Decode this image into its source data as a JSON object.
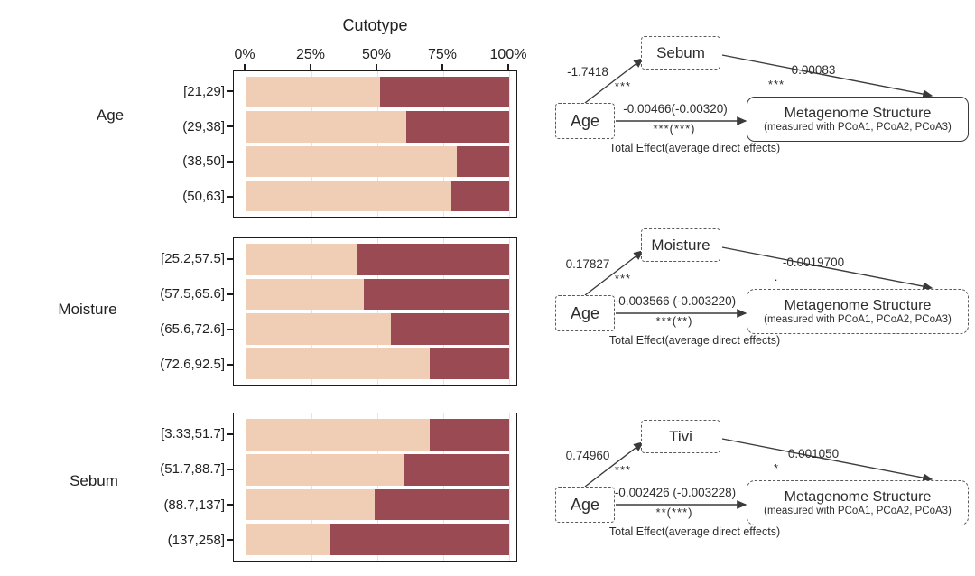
{
  "figure": {
    "colors": {
      "cutotype_light": "#F0CEB5",
      "cutotype_dark": "#9A4A52",
      "line": "#3a3a3a"
    }
  },
  "chart_data": [
    {
      "type": "bar",
      "orientation": "horizontal",
      "stacked": true,
      "panel_label": "Age",
      "title": "Cutotype",
      "xlabel": "",
      "xlim": [
        0,
        100
      ],
      "x_ticks": [
        "0%",
        "25%",
        "50%",
        "75%",
        "100%"
      ],
      "grid": true,
      "categories": [
        "[21,29]",
        "(29,38]",
        "(38,50]",
        "(50,63]"
      ],
      "series": [
        {
          "name": "cutotype-1-light",
          "color": "#F0CEB5",
          "values": [
            51,
            61,
            80,
            78
          ]
        },
        {
          "name": "cutotype-2-dark",
          "color": "#9A4A52",
          "values": [
            49,
            39,
            20,
            22
          ]
        }
      ]
    },
    {
      "type": "bar",
      "orientation": "horizontal",
      "stacked": true,
      "panel_label": "Moisture",
      "title": "",
      "xlabel": "",
      "xlim": [
        0,
        100
      ],
      "x_ticks": [
        "0%",
        "25%",
        "50%",
        "75%",
        "100%"
      ],
      "grid": true,
      "categories": [
        "[25.2,57.5]",
        "(57.5,65.6]",
        "(65.6,72.6]",
        "(72.6,92.5]"
      ],
      "series": [
        {
          "name": "cutotype-1-light",
          "color": "#F0CEB5",
          "values": [
            42,
            45,
            55,
            70
          ]
        },
        {
          "name": "cutotype-2-dark",
          "color": "#9A4A52",
          "values": [
            58,
            55,
            45,
            30
          ]
        }
      ]
    },
    {
      "type": "bar",
      "orientation": "horizontal",
      "stacked": true,
      "panel_label": "Sebum",
      "title": "",
      "xlabel": "",
      "xlim": [
        0,
        100
      ],
      "x_ticks": [
        "0%",
        "25%",
        "50%",
        "75%",
        "100%"
      ],
      "grid": true,
      "categories": [
        "[3.33,51.7]",
        "(51.7,88.7]",
        "(88.7,137]",
        "(137,258]"
      ],
      "series": [
        {
          "name": "cutotype-1-light",
          "color": "#F0CEB5",
          "values": [
            70,
            60,
            49,
            32
          ]
        },
        {
          "name": "cutotype-2-dark",
          "color": "#9A4A52",
          "values": [
            30,
            40,
            51,
            68
          ]
        }
      ]
    }
  ],
  "diagrams": [
    {
      "exposure": "Age",
      "mediator": "Sebum",
      "outcome": {
        "line1": "Metagenome Structure",
        "line2": "(measured with PCoA1, PCoA2, PCoA3)",
        "border": "solid"
      },
      "path_a": {
        "coef": "-1.7418",
        "sig": "***"
      },
      "path_b": {
        "coef": "0.00083",
        "sig": "***"
      },
      "path_c": {
        "coef": "-0.00466(-0.00320)",
        "sig": "***(***)"
      },
      "footnote": "Total Effect(average direct effects)"
    },
    {
      "exposure": "Age",
      "mediator": "Moisture",
      "outcome": {
        "line1": "Metagenome Structure",
        "line2": "(measured with PCoA1, PCoA2, PCoA3)",
        "border": "dashed"
      },
      "path_a": {
        "coef": "0.17827",
        "sig": "***"
      },
      "path_b": {
        "coef": "-0.0019700",
        "sig": "."
      },
      "path_c": {
        "coef": "-0.003566 (-0.003220)",
        "sig": "***(**)"
      },
      "footnote": "Total Effect(average direct effects)"
    },
    {
      "exposure": "Age",
      "mediator": "Tivi",
      "outcome": {
        "line1": "Metagenome Structure",
        "line2": "(measured with PCoA1, PCoA2, PCoA3)",
        "border": "dashed"
      },
      "path_a": {
        "coef": "0.74960",
        "sig": "***"
      },
      "path_b": {
        "coef": "0.001050",
        "sig": "*"
      },
      "path_c": {
        "coef": "-0.002426 (-0.003228)",
        "sig": "**(***)"
      },
      "footnote": "Total Effect(average direct effects)"
    }
  ]
}
